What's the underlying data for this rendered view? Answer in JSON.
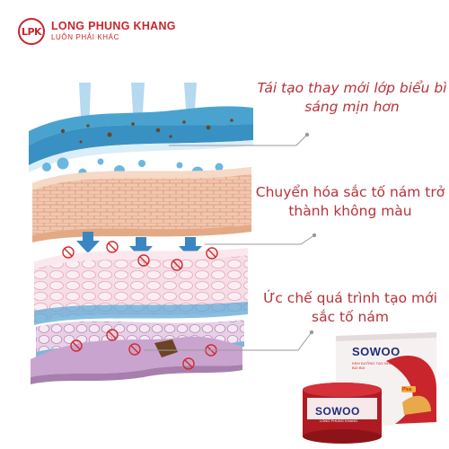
{
  "brand": {
    "logo_text": "LPK",
    "name": "LONG PHUNG KHANG",
    "slogan": "LUÔN PHẢI KHÁC"
  },
  "captions": [
    "Tái tạo thay mới lớp biểu bì sáng mịn hơn",
    "Chuyển hóa sắc tố nám trở thành không màu",
    "Ức chế quá trình tạo mới sắc tố nám"
  ],
  "product": {
    "box_brand": "SOWOO",
    "box_subtitle": "KEM DƯỠNG TẠO NHANG · BÚI BÙI",
    "box_badge": "Plus",
    "jar_brand": "SOWOO",
    "jar_subtitle": "LONG PHUNG KHANG"
  },
  "colors": {
    "accent_red": "#c9252c",
    "caption_red": "#b7323a",
    "navy": "#1e2c7a",
    "epidermis_blue": "#4aa3cf",
    "sheet_blue": "#8fc6e6"
  }
}
